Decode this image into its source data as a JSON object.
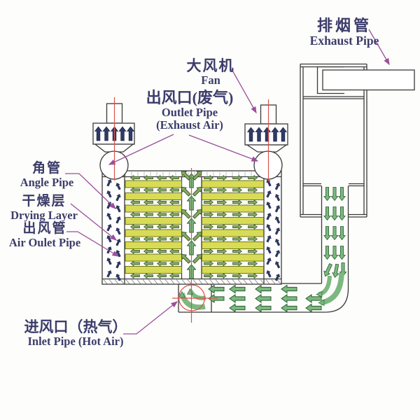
{
  "labels": {
    "exhaust_pipe": {
      "zh": "排烟管",
      "en": "Exhaust Pipe"
    },
    "fan": {
      "zh": "大风机",
      "en": "Fan"
    },
    "outlet_pipe": {
      "zh": "出风口(废气)",
      "en_line1": "Outlet Pipe",
      "en_line2": "(Exhaust Air)"
    },
    "angle_pipe": {
      "zh": "角管",
      "en": "Angle Pipe"
    },
    "drying_layer": {
      "zh": "干燥层",
      "en": "Drying Layer"
    },
    "air_outlet_pipe": {
      "zh": "出风管",
      "en": "Air Oulet Pipe"
    },
    "inlet_pipe": {
      "zh": "进风口（热气）",
      "en": "Inlet Pipe (Hot Air)"
    }
  },
  "colors": {
    "label_text": "#3c3c6b",
    "leader_line": "#9b4f9b",
    "drying_layer_fill": "#d8dc55",
    "airflow_arrow_green": "#7cb87f",
    "small_arrow_green": "#86ab63",
    "fan_arrow_navy": "#2e3a67",
    "centerline_red": "#d9534a",
    "line_art": "#3a3a3a"
  }
}
